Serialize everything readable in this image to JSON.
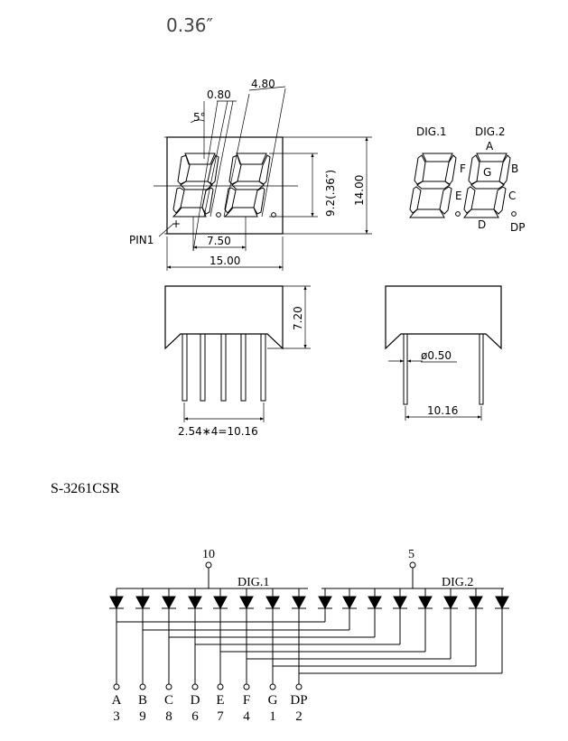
{
  "header": {
    "size_label": "0.36″"
  },
  "front_view": {
    "dim_angle": "5°",
    "dim_segment_width": "0.80",
    "dim_digit_width": "4.80",
    "dim_char_height": "9.2(.36″)",
    "dim_height": "14.00",
    "dim_pitch": "7.50",
    "dim_width": "15.00",
    "pin1_label": "PIN1"
  },
  "segment_diagram": {
    "dig1": "DIG.1",
    "dig2": "DIG.2",
    "segments": {
      "a": "A",
      "b": "B",
      "c": "C",
      "d": "D",
      "e": "E",
      "f": "F",
      "g": "G",
      "dp": "DP"
    }
  },
  "side_view": {
    "dim_depth": "7.20",
    "dim_pin_spacing": "2.54∗4=10.16"
  },
  "end_view": {
    "dim_pin_diameter": "ø0.50",
    "dim_row_spacing": "10.16"
  },
  "part_number": "S-3261CSR",
  "circuit": {
    "common1_pin": "10",
    "common2_pin": "5",
    "dig1_label": "DIG.1",
    "dig2_label": "DIG.2",
    "pins": [
      {
        "seg": "A",
        "num": "3"
      },
      {
        "seg": "B",
        "num": "9"
      },
      {
        "seg": "C",
        "num": "8"
      },
      {
        "seg": "D",
        "num": "6"
      },
      {
        "seg": "E",
        "num": "7"
      },
      {
        "seg": "F",
        "num": "4"
      },
      {
        "seg": "G",
        "num": "1"
      },
      {
        "seg": "DP",
        "num": "2"
      }
    ]
  }
}
